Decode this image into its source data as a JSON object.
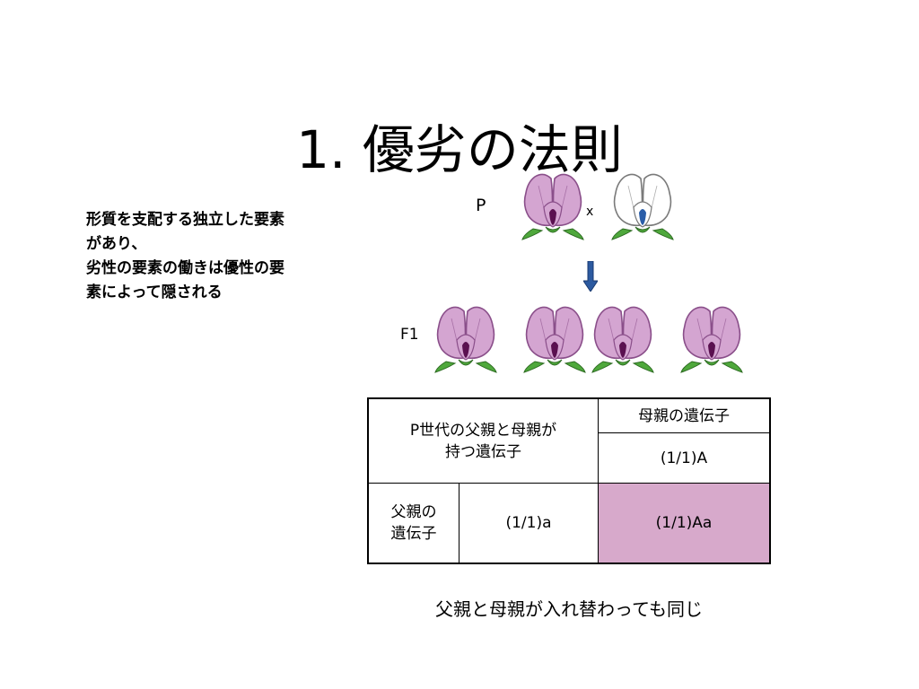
{
  "title": "1. 優劣の法則",
  "description": {
    "lines": [
      "形質を支配する独立した要素",
      "があり、",
      "劣性の要素の働きは優性の要",
      "素によって隠される"
    ]
  },
  "diagram": {
    "parent_label": "P",
    "cross_symbol": "x",
    "f1_label": "F1",
    "flower_colors": {
      "purple": "#d4a5d1",
      "purple_stroke": "#8a4f8a",
      "purple_keel": "#5a1050",
      "white": "#ffffff",
      "white_stroke": "#7a7a7a",
      "white_keel": "#2a5da8",
      "leaf": "#4fa83c",
      "arrow": "#2c5aa0"
    }
  },
  "table": {
    "header_lines": [
      "P世代の父親と母親が",
      "持つ遺伝子"
    ],
    "mother_label": "母親の遺伝子",
    "mother_allele": "(1/1)A",
    "father_lines": [
      "父親の",
      "遺伝子"
    ],
    "father_allele": "(1/1)a",
    "offspring": "(1/1)Aa"
  },
  "note": "父親と母親が入れ替わっても同じ"
}
